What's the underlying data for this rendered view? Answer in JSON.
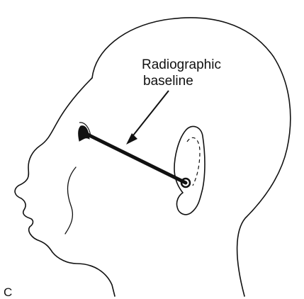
{
  "figure": {
    "callout_label_line1": "Radiographic",
    "callout_label_line2": "baseline",
    "panel_letter": "C"
  }
}
